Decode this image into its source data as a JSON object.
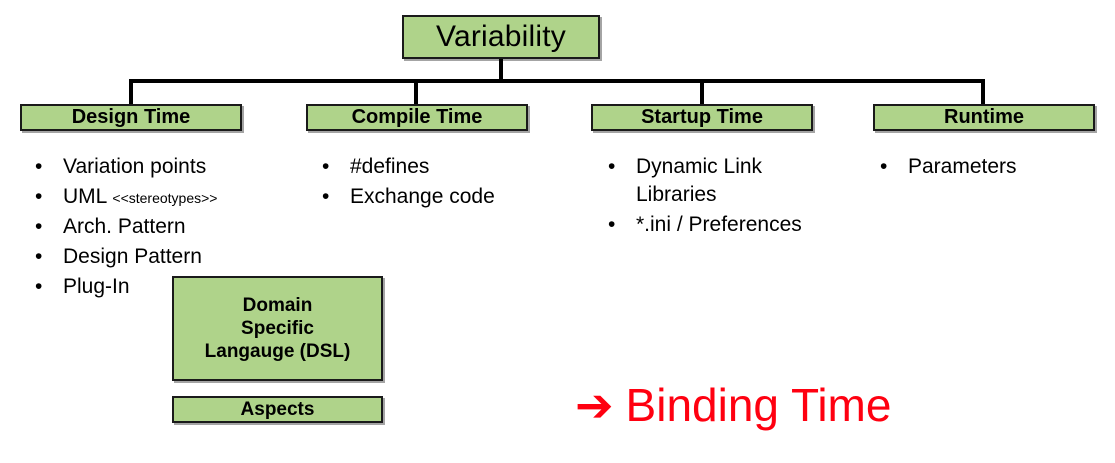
{
  "diagram": {
    "root": {
      "label": "Variability"
    },
    "accent_green": "#AFD38A",
    "accent_red": "#FF0010",
    "border_color": "#1a1a1a",
    "categories": [
      {
        "title": "Design Time",
        "items": [
          {
            "text": "Variation points"
          },
          {
            "text": "UML ",
            "suffix": "<<stereotypes>>"
          },
          {
            "text": "Arch. Pattern"
          },
          {
            "text": "Design Pattern"
          },
          {
            "text": "Plug-In"
          }
        ]
      },
      {
        "title": "Compile Time",
        "items": [
          {
            "text": "#defines"
          },
          {
            "text": "Exchange code"
          }
        ]
      },
      {
        "title": "Startup Time",
        "items": [
          {
            "text": "Dynamic Link Libraries"
          },
          {
            "text": "*.ini / Preferences"
          }
        ]
      },
      {
        "title": "Runtime",
        "items": [
          {
            "text": "Parameters"
          }
        ]
      }
    ],
    "extra_boxes": [
      {
        "label": "Domain\nSpecific\nLangauge (DSL)"
      },
      {
        "label": "Aspects"
      }
    ],
    "callout": {
      "arrow": "right-arrow-icon",
      "arrow_glyph": "➔",
      "label": "Binding Time"
    }
  }
}
